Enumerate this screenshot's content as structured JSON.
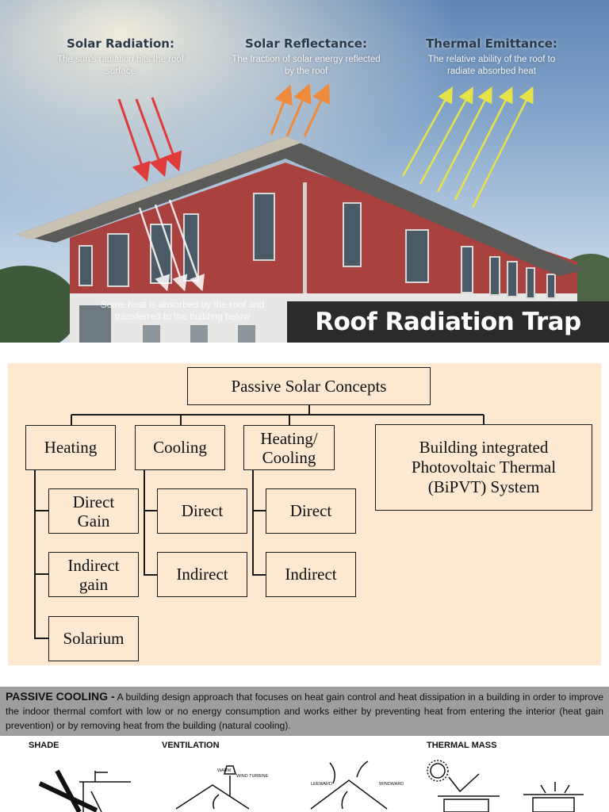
{
  "hero": {
    "labels": [
      {
        "title": "Solar Radiation:",
        "desc": "The sun's radiation hits the roof surface"
      },
      {
        "title": "Solar Reflectance:",
        "desc": "The fraction of solar energy reflected by the roof"
      },
      {
        "title": "Thermal Emittance:",
        "desc": "The relative ability of the roof to radiate absorbed heat"
      }
    ],
    "note": "Some heat is absorbed by the roof and transferred to the building below",
    "title": "Roof Radiation Trap",
    "colors": {
      "radiation": "#e03a3a",
      "reflectance": "#f08a3c",
      "emittance": "#e6e24a"
    }
  },
  "diagram": {
    "root": "Passive Solar Concepts",
    "heating": {
      "label": "Heating",
      "children": [
        "Direct Gain",
        "Indirect gain",
        "Solarium"
      ]
    },
    "cooling": {
      "label": "Cooling",
      "children": [
        "Direct",
        "Indirect"
      ]
    },
    "heating_cooling": {
      "label": "Heating/ Cooling",
      "children": [
        "Direct",
        "Indirect"
      ]
    },
    "bipvt": "Building integrated Photovoltaic Thermal (BiPVT) System"
  },
  "passive_cooling": {
    "heading": "PASSIVE COOLING -",
    "text": "A building design approach that focuses on heat gain control and heat dissipation in a building in order to improve the indoor thermal comfort with low or no energy consumption and works either by preventing heat from entering the interior (heat gain prevention) or by removing heat from the building (natural cooling)."
  },
  "sketches": {
    "shade": "SHADE",
    "ventilation": "VENTILATION",
    "thermal_mass": "THERMAL MASS",
    "warm": "WARM",
    "wind_turbine": "WIND TURBINE",
    "leeward": "LEEWARD",
    "windward": "WINDWARD"
  }
}
